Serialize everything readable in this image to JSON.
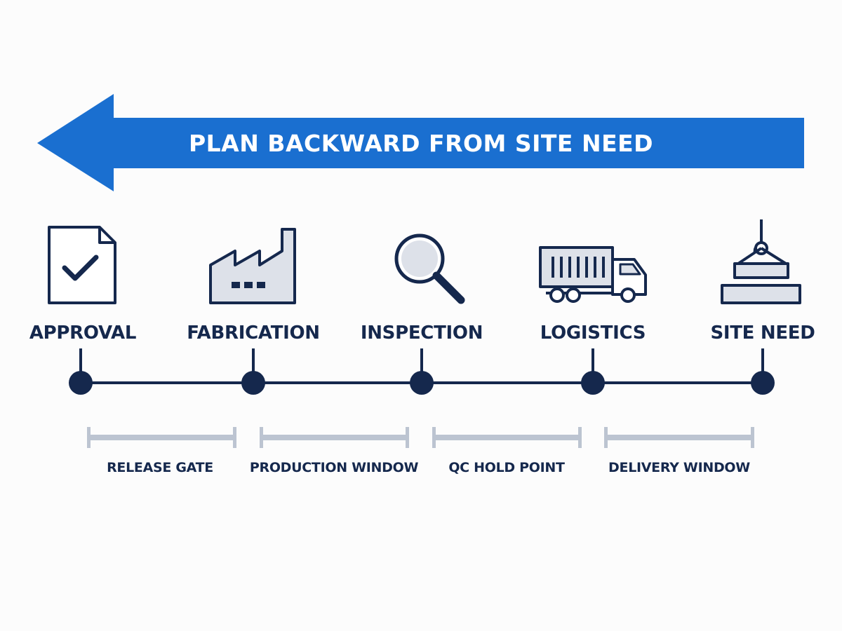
{
  "banner": {
    "text": "PLAN BACKWARD FROM SITE NEED",
    "direction": "right-to-left"
  },
  "stages": [
    {
      "label": "APPROVAL",
      "icon": "document-check-icon"
    },
    {
      "label": "FABRICATION",
      "icon": "factory-icon"
    },
    {
      "label": "INSPECTION",
      "icon": "magnifier-icon"
    },
    {
      "label": "LOGISTICS",
      "icon": "truck-icon"
    },
    {
      "label": "SITE NEED",
      "icon": "crane-load-icon"
    }
  ],
  "windows": [
    {
      "label": "RELEASE GATE"
    },
    {
      "label": "PRODUCTION WINDOW"
    },
    {
      "label": "QC HOLD POINT"
    },
    {
      "label": "DELIVERY WINDOW"
    }
  ],
  "colors": {
    "banner_blue": "#1a6fd0",
    "navy": "#15284d",
    "icon_fill": "#dde1e9",
    "window_bar": "#bcc4d1",
    "background": "#fcfcfc"
  }
}
